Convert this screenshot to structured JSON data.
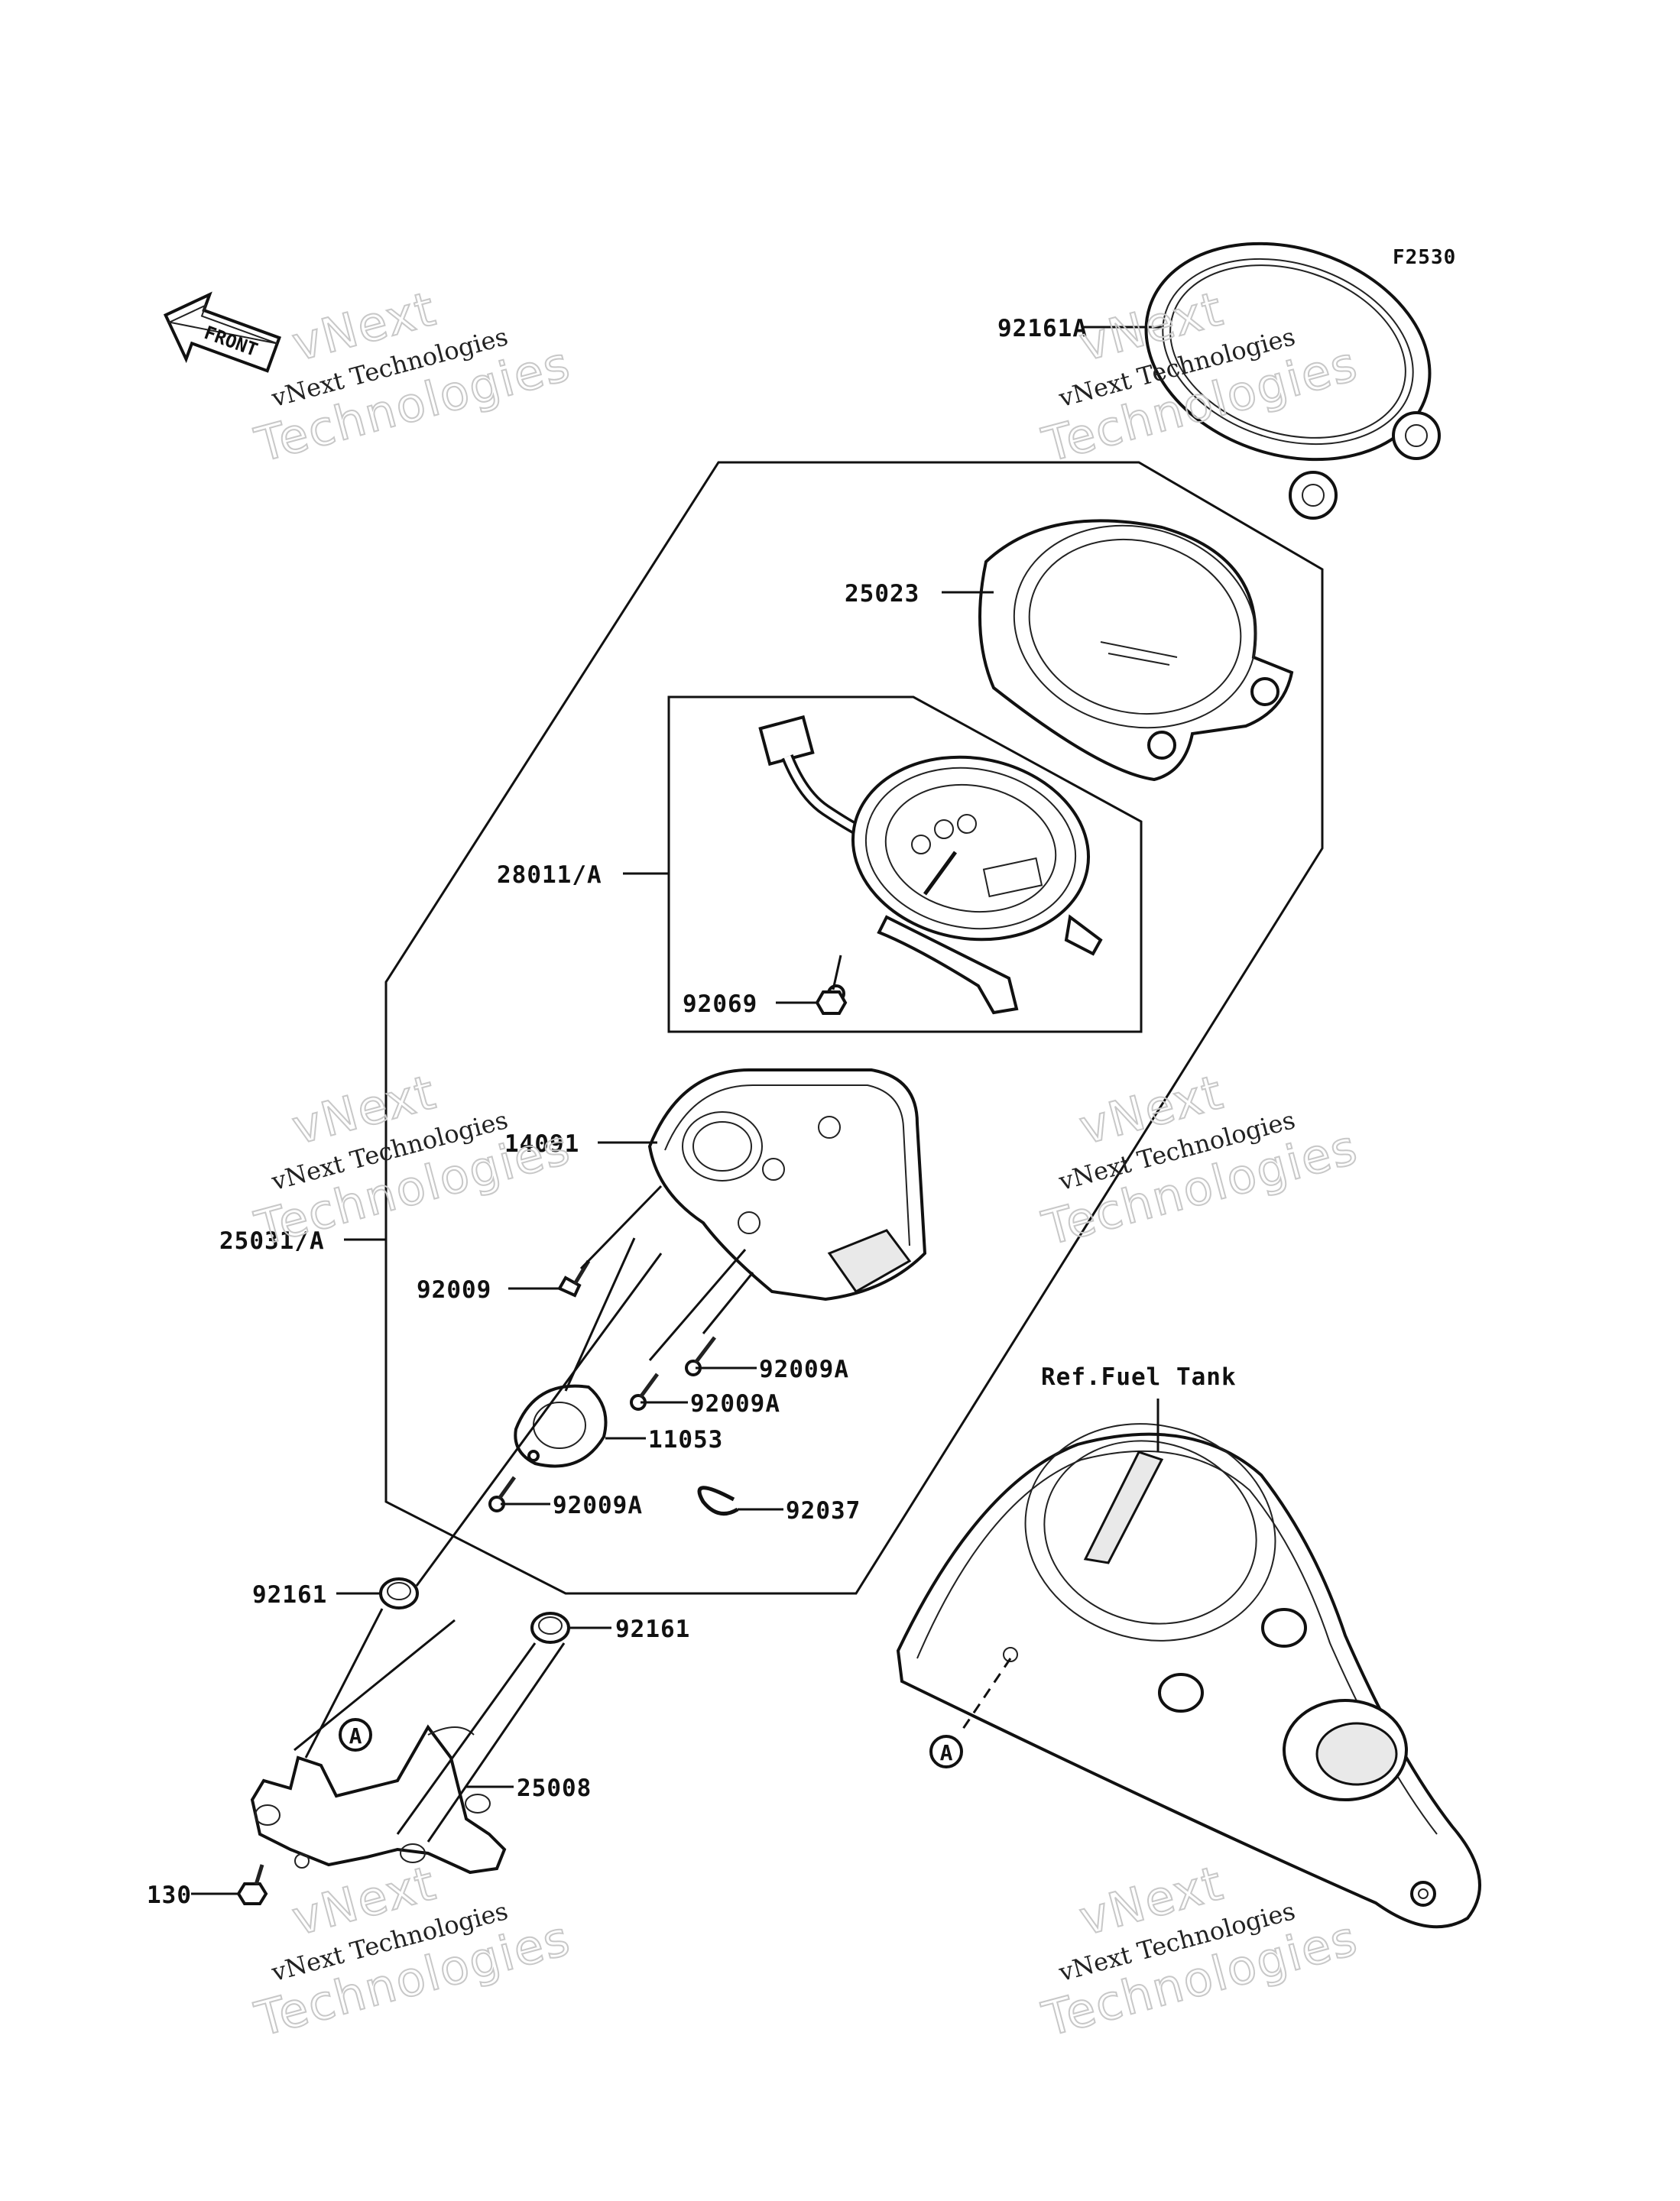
{
  "diagram": {
    "figure_code": "F2530",
    "front_label": "FRONT",
    "ref_label": "Ref.Fuel Tank",
    "marker_a": "A",
    "watermark_line1": "vNext Technologies",
    "watermark_line2": "Technologies",
    "watermark_line0": "vNext",
    "parts": {
      "p92161A": "92161A",
      "p25023": "25023",
      "p28011A": "28011/A",
      "p92069": "92069",
      "p14091": "14091",
      "p25031A": "25031/A",
      "p92009": "92009",
      "p92009A_1": "92009A",
      "p92009A_2": "92009A",
      "p11053": "11053",
      "p92009A_3": "92009A",
      "p92037": "92037",
      "p92161_1": "92161",
      "p92161_2": "92161",
      "p25008": "25008",
      "p130": "130"
    }
  }
}
